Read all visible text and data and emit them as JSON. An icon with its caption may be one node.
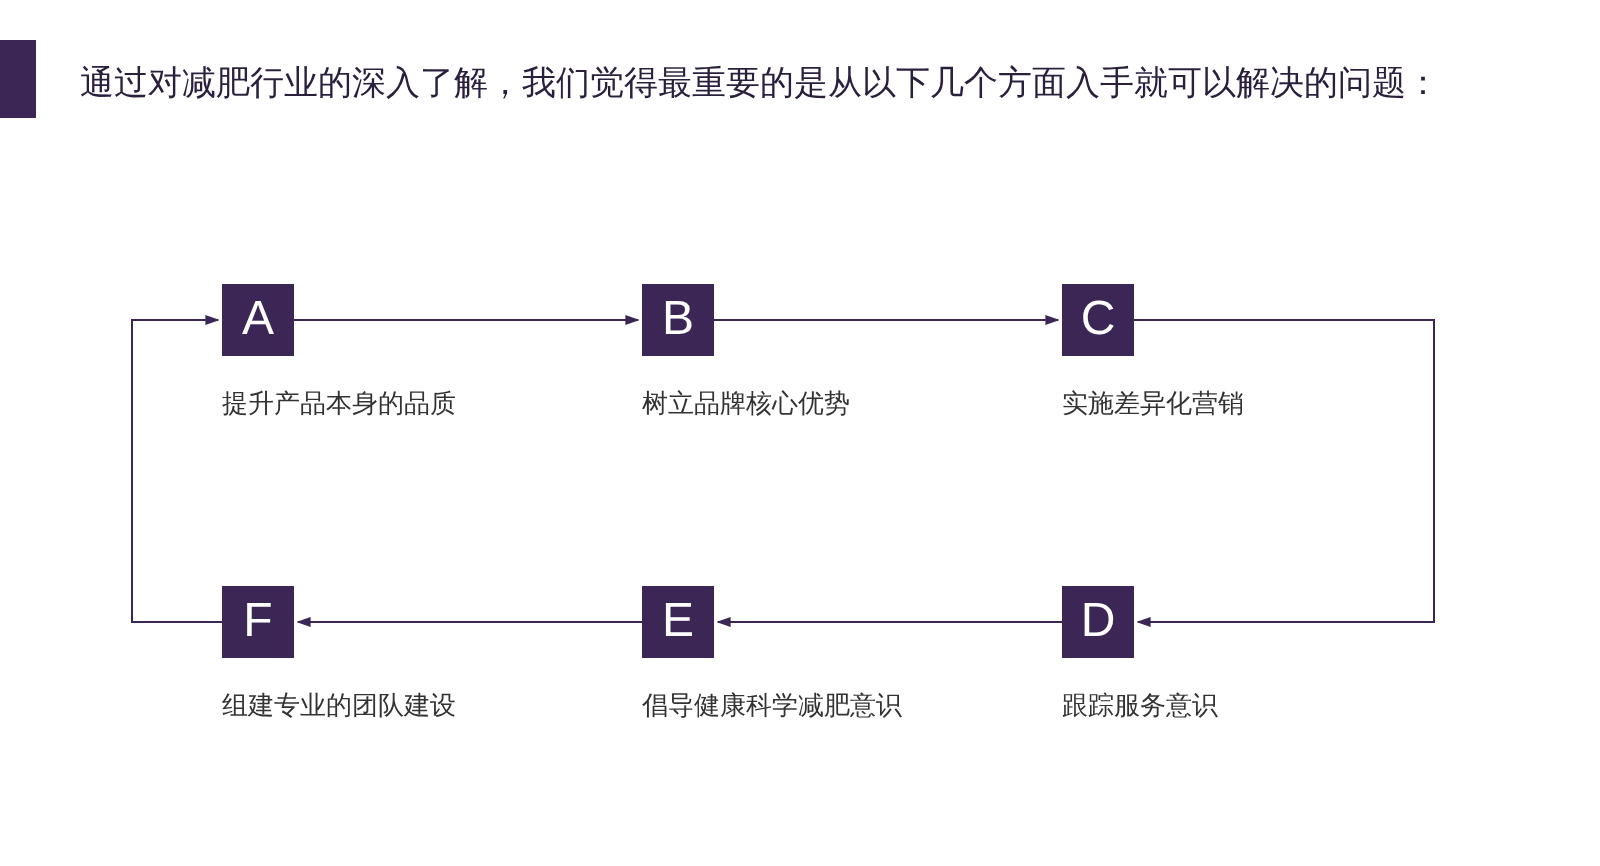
{
  "diagram": {
    "title": "通过对减肥行业的深入了解，我们觉得最重要的是从以下几个方面入手就可以解决的问题：",
    "nodes": [
      {
        "text": [
          "A"
        ],
        "beside": [
          "提升产品本身的品质"
        ]
      },
      {
        "text": [
          "B"
        ],
        "beside": [
          "树立品牌核心优势"
        ]
      },
      {
        "text": [
          "C"
        ],
        "beside": [
          "实施差异化营销"
        ]
      },
      {
        "text": [
          "D"
        ],
        "beside": [
          "跟踪服务意识"
        ]
      },
      {
        "text": [
          "E"
        ],
        "beside": [
          "倡导健康科学减肥意识"
        ]
      },
      {
        "text": [
          "F"
        ],
        "beside": [
          "组建专业的团队建设"
        ]
      }
    ],
    "edges": [
      {
        "from": 0,
        "to": 1,
        "arrow": "to"
      },
      {
        "from": 1,
        "to": 2,
        "arrow": "to"
      },
      {
        "from": 2,
        "to": 3,
        "arrow": "to"
      },
      {
        "from": 3,
        "to": 4,
        "arrow": "to"
      },
      {
        "from": 4,
        "to": 5,
        "arrow": "to"
      },
      {
        "from": 5,
        "to": 0,
        "arrow": "to"
      }
    ]
  }
}
